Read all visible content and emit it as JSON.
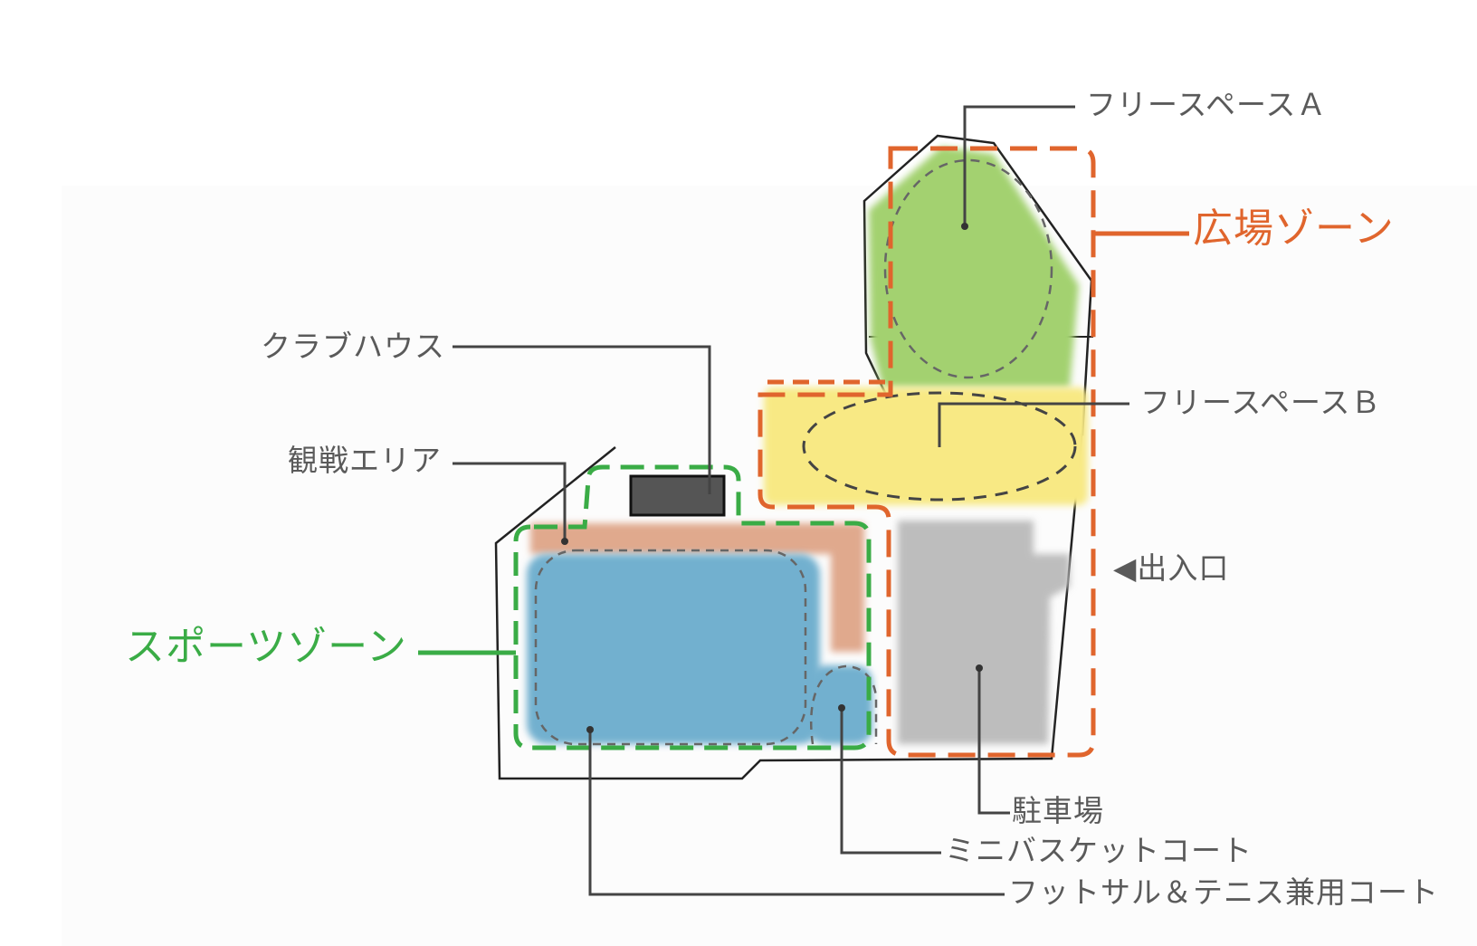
{
  "labels": {
    "free_space_a": "フリースペースＡ",
    "free_space_b": "フリースペースＢ",
    "club_house": "クラブハウス",
    "spectator_area": "観戦エリア",
    "entrance": "◀出入口",
    "parking": "駐車場",
    "mini_basket_court": "ミニバスケットコート",
    "futsal_tennis_court": "フットサル＆テニス兼用コート"
  },
  "zones": {
    "hiroba_zone": "広場ゾーン",
    "sports_zone": "スポーツゾーン"
  },
  "colors": {
    "hiroba_zone": "#e0652d",
    "sports_zone": "#3aac46",
    "free_space_a_fill": "#a3d170",
    "free_space_b_fill": "#f8e984",
    "parking_fill": "#bdbdbd",
    "court_fill": "#72b0cf",
    "spectator_fill": "#e0a98d",
    "club_house_fill": "#555555",
    "leader_line": "#444444"
  }
}
